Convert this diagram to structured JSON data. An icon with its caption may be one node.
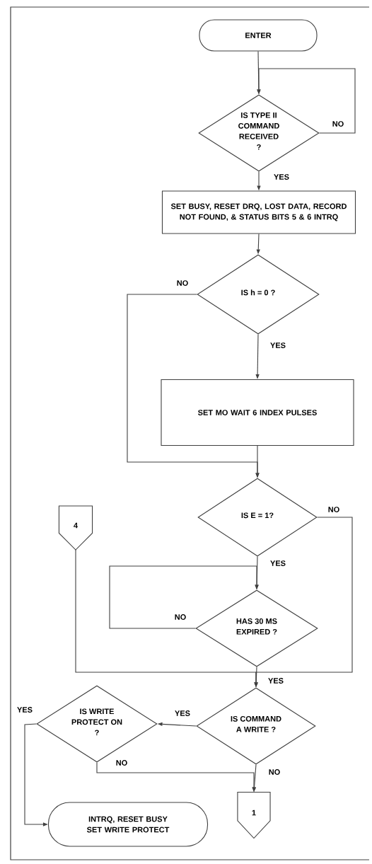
{
  "diagram": {
    "nodes": [
      {
        "text": [
          "ENTER"
        ]
      },
      {
        "text": [
          "IS TYPE II COMMAND RECEIVED ?"
        ]
      },
      {
        "text": [
          "SET BUSY, RESET DRQ, LOST DATA, RECORD NOT FOUND, & STATUS BITS 5 & 6 INTRQ"
        ]
      },
      {
        "text": [
          "IS h = 0 ?"
        ]
      },
      {
        "text": [
          "SET MO WAIT 6 INDEX PULSES"
        ]
      },
      {
        "text": [
          "IS E = 1?"
        ]
      },
      {
        "text": [
          "4"
        ]
      },
      {
        "text": [
          "HAS 30 MS EXPIRED ?"
        ]
      },
      {
        "text": [
          "IS COMMAND A WRITE ?"
        ]
      },
      {
        "text": [
          "IS WRITE PROTECT ON ?"
        ]
      },
      {
        "text": [
          "INTRQ, RESET BUSY SET WRITE PROTECT"
        ]
      },
      {
        "text": [
          "1"
        ]
      }
    ],
    "edges": [
      {
        "from": 0,
        "to": 1,
        "arrow": "to"
      },
      {
        "from": 1,
        "to": 1,
        "arrow": "to",
        "label": "NO"
      },
      {
        "from": 1,
        "to": 2,
        "arrow": "to",
        "label": "YES"
      },
      {
        "from": 2,
        "to": 3,
        "arrow": "to"
      },
      {
        "from": 3,
        "to": 5,
        "arrow": "to",
        "label": "NO"
      },
      {
        "from": 3,
        "to": 4,
        "arrow": "to",
        "label": "YES"
      },
      {
        "from": 4,
        "to": 5,
        "arrow": "to"
      },
      {
        "from": 5,
        "to": 8,
        "arrow": "to",
        "label": "NO"
      },
      {
        "from": 5,
        "to": 7,
        "arrow": "to",
        "label": "YES"
      },
      {
        "from": 7,
        "to": 7,
        "arrow": "to",
        "label": "NO"
      },
      {
        "from": 7,
        "to": 8,
        "arrow": "to",
        "label": "YES"
      },
      {
        "from": 6,
        "to": 8,
        "arrow": "to"
      },
      {
        "from": 8,
        "to": 9,
        "arrow": "to",
        "label": "YES"
      },
      {
        "from": 9,
        "to": 11,
        "arrow": "to",
        "label": "NO"
      },
      {
        "from": 8,
        "to": 11,
        "arrow": "to",
        "label": "NO"
      },
      {
        "from": 9,
        "to": 10,
        "arrow": "to",
        "label": "YES"
      }
    ]
  }
}
